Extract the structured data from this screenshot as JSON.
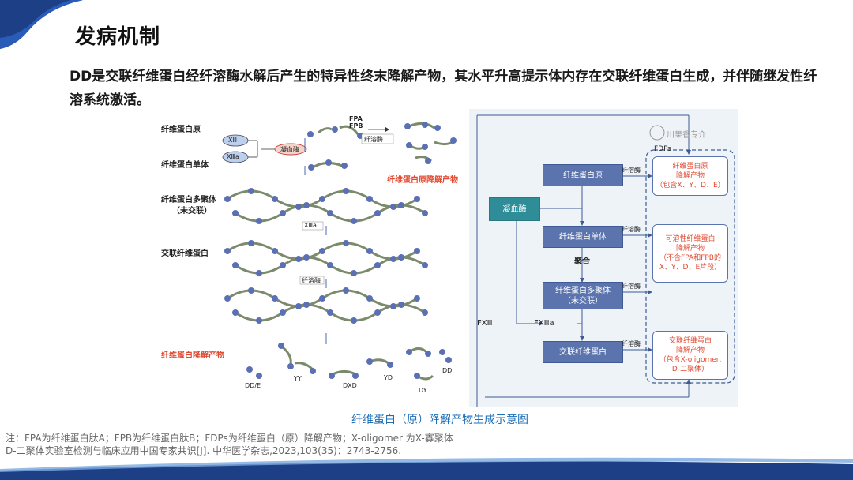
{
  "title": "发病机制",
  "intro": "DD是交联纤维蛋白经纤溶酶水解后产生的特异性终末降解产物，其水平升高提示体内存在交联纤维蛋白生成，并伴随继发性纤溶系统激活。",
  "figure_left": {
    "stage_labels": [
      "纤维蛋白原",
      "纤维蛋白单体",
      "纤维蛋白多聚体",
      "（未交联）",
      "交联纤维蛋白",
      "纤维蛋白降解产物"
    ],
    "fpa": "FPA",
    "fpb": "FPB",
    "factor13": "XⅢ",
    "factor13a": "XⅢa",
    "thrombin": "凝血酶",
    "plasmin": "纤溶酶",
    "fibrinogen_product_label": "纤维蛋白原降解产物",
    "fragment_labels": [
      "DD/E",
      "YY",
      "DXD",
      "YD",
      "DY",
      "DD"
    ]
  },
  "flowchart": {
    "watermark": "川果香专介",
    "fdps": "FDPs",
    "thrombin": "凝血酶",
    "plasmin": "纤溶酶",
    "polymerize": "聚合",
    "fxiii": "FXⅢ",
    "fxiiia": "FXⅢa",
    "boxes": [
      "纤维蛋白原",
      "纤维蛋白单体",
      "纤维蛋白多聚体",
      "（未交联）",
      "交联纤维蛋白"
    ],
    "products": [
      [
        "纤维蛋白原",
        "降解产物",
        "（包含X、Y、D、E）"
      ],
      [
        "可溶性纤维蛋白",
        "降解产物",
        "（不含FPA和FPB的",
        "X、Y、D、E片段）"
      ],
      [
        "交联纤维蛋白",
        "降解产物",
        "（包含X-oligomer,",
        "D-二聚体）"
      ]
    ]
  },
  "caption": "纤维蛋白（原）降解产物生成示意图",
  "notes": [
    "注：FPA为纤维蛋白肽A；FPB为纤维蛋白肽B；FDPs为纤维蛋白（原）降解产物；X-oligomer 为X-寡聚体",
    "D-二聚体实验室检测与临床应用中国专家共识[J]. 中华医学杂志,2023,103(35)：2743-2756."
  ]
}
